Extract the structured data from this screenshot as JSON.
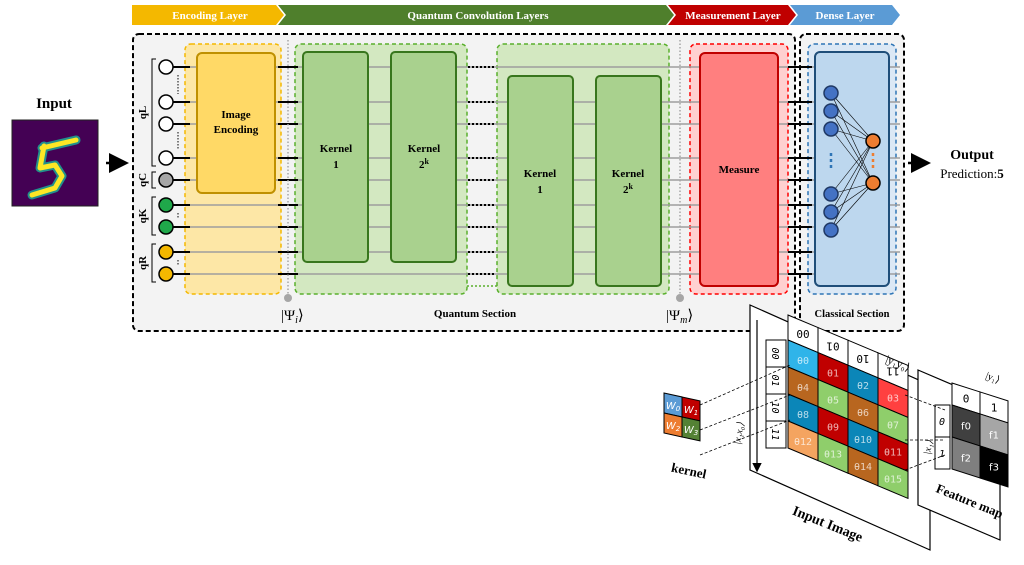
{
  "banner": {
    "stages": [
      {
        "label": "Encoding Layer",
        "color": "#f4b800"
      },
      {
        "label": "Quantum Convolution Layers",
        "color": "#4f7f2c"
      },
      {
        "label": "Measurement Layer",
        "color": "#c00000"
      },
      {
        "label": "Dense Layer",
        "color": "#5b9bd5"
      }
    ]
  },
  "input": {
    "title": "Input",
    "digit": "5"
  },
  "output": {
    "title": "Output",
    "prediction_label": "Prediction:",
    "prediction_value": "5"
  },
  "qubit_registers": [
    {
      "label": "qL",
      "color": "#ffffff",
      "count_shown": 4
    },
    {
      "label": "qC",
      "color": "#a6a6a6",
      "count_shown": 1
    },
    {
      "label": "qK",
      "color": "#1fa84a",
      "count_shown": 2
    },
    {
      "label": "qR",
      "color": "#f4b800",
      "count_shown": 2
    }
  ],
  "encoding": {
    "label_line1": "Image",
    "label_line2": "Encoding"
  },
  "kernels_group1": [
    {
      "line1": "Kernel",
      "line2": "1",
      "sup": ""
    },
    {
      "line1": "Kernel",
      "line2": "2",
      "sup": "k"
    }
  ],
  "kernels_group2": [
    {
      "line1": "Kernel",
      "line2": "1",
      "sup": ""
    },
    {
      "line1": "Kernel",
      "line2": "2",
      "sup": "k"
    }
  ],
  "measure": {
    "label": "Measure"
  },
  "states": {
    "initial": "|Ψ",
    "initial_sub": "i",
    "measured": "|Ψ",
    "measured_sub": "m",
    "close": "⟩"
  },
  "sections": {
    "quantum": "Quantum Section",
    "classical": "Classical Section"
  },
  "kernel_detail": {
    "title": "kernel",
    "weights": [
      {
        "label": "W",
        "sub": "0",
        "color": "#5b9bd5"
      },
      {
        "label": "W",
        "sub": "1",
        "color": "#c00000"
      },
      {
        "label": "W",
        "sub": "2",
        "color": "#ed7d31"
      },
      {
        "label": "W",
        "sub": "3",
        "color": "#548235"
      }
    ],
    "x_register_label": "|x₁x₀⟩"
  },
  "input_image": {
    "title": "Input Image",
    "col_labels": [
      "00",
      "01",
      "10",
      "11"
    ],
    "row_labels": [
      "00",
      "01",
      "10",
      "11"
    ],
    "col_register": "|y₁y₀⟩",
    "cells": [
      "θ0",
      "θ1",
      "θ2",
      "θ3",
      "θ4",
      "θ5",
      "θ6",
      "θ7",
      "θ8",
      "θ9",
      "θ10",
      "θ11",
      "θ12",
      "θ13",
      "θ14",
      "θ15"
    ],
    "cell_colors": [
      "#2fb4e9",
      "#c00000",
      "#0b86b8",
      "#ff4040",
      "#b8661f",
      "#8fce6b",
      "#b8661f",
      "#8fce6b",
      "#0b86b8",
      "#c00000",
      "#0b86b8",
      "#c00000",
      "#f4a460",
      "#8fce6b",
      "#b8661f",
      "#8fce6b"
    ]
  },
  "feature_map": {
    "title": "Feature map",
    "col_labels": [
      "0",
      "1"
    ],
    "row_labels": [
      "0",
      "1"
    ],
    "col_register": "|y₁⟩",
    "row_register": "|x₁⟩",
    "cells": [
      "f0",
      "f1",
      "f2",
      "f3"
    ],
    "cell_colors": [
      "#404040",
      "#a6a6a6",
      "#7f7f7f",
      "#000000"
    ]
  }
}
